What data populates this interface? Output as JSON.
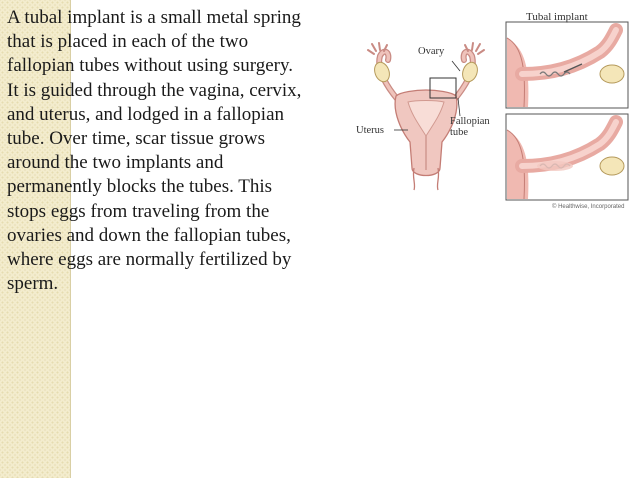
{
  "slide": {
    "body_text": "A tubal implant is a small metal spring that is placed in each of the two fallopian tubes without using surgery. It is guided through the vagina, cervix, and uterus, and lodged in a fallopian tube. Over time, scar tissue grows around the two implants and permanently blocks the tubes. This stops eggs from traveling from the ovaries and down the fallopian tubes, where eggs are normally fertilized by sperm."
  },
  "figure": {
    "title": "Tubal implant",
    "label_ovary": "Ovary",
    "label_uterus": "Uterus",
    "label_fallopian_line1": "Fallopian",
    "label_fallopian_line2": "tube",
    "credit": "© Healthwise, Incorporated"
  }
}
